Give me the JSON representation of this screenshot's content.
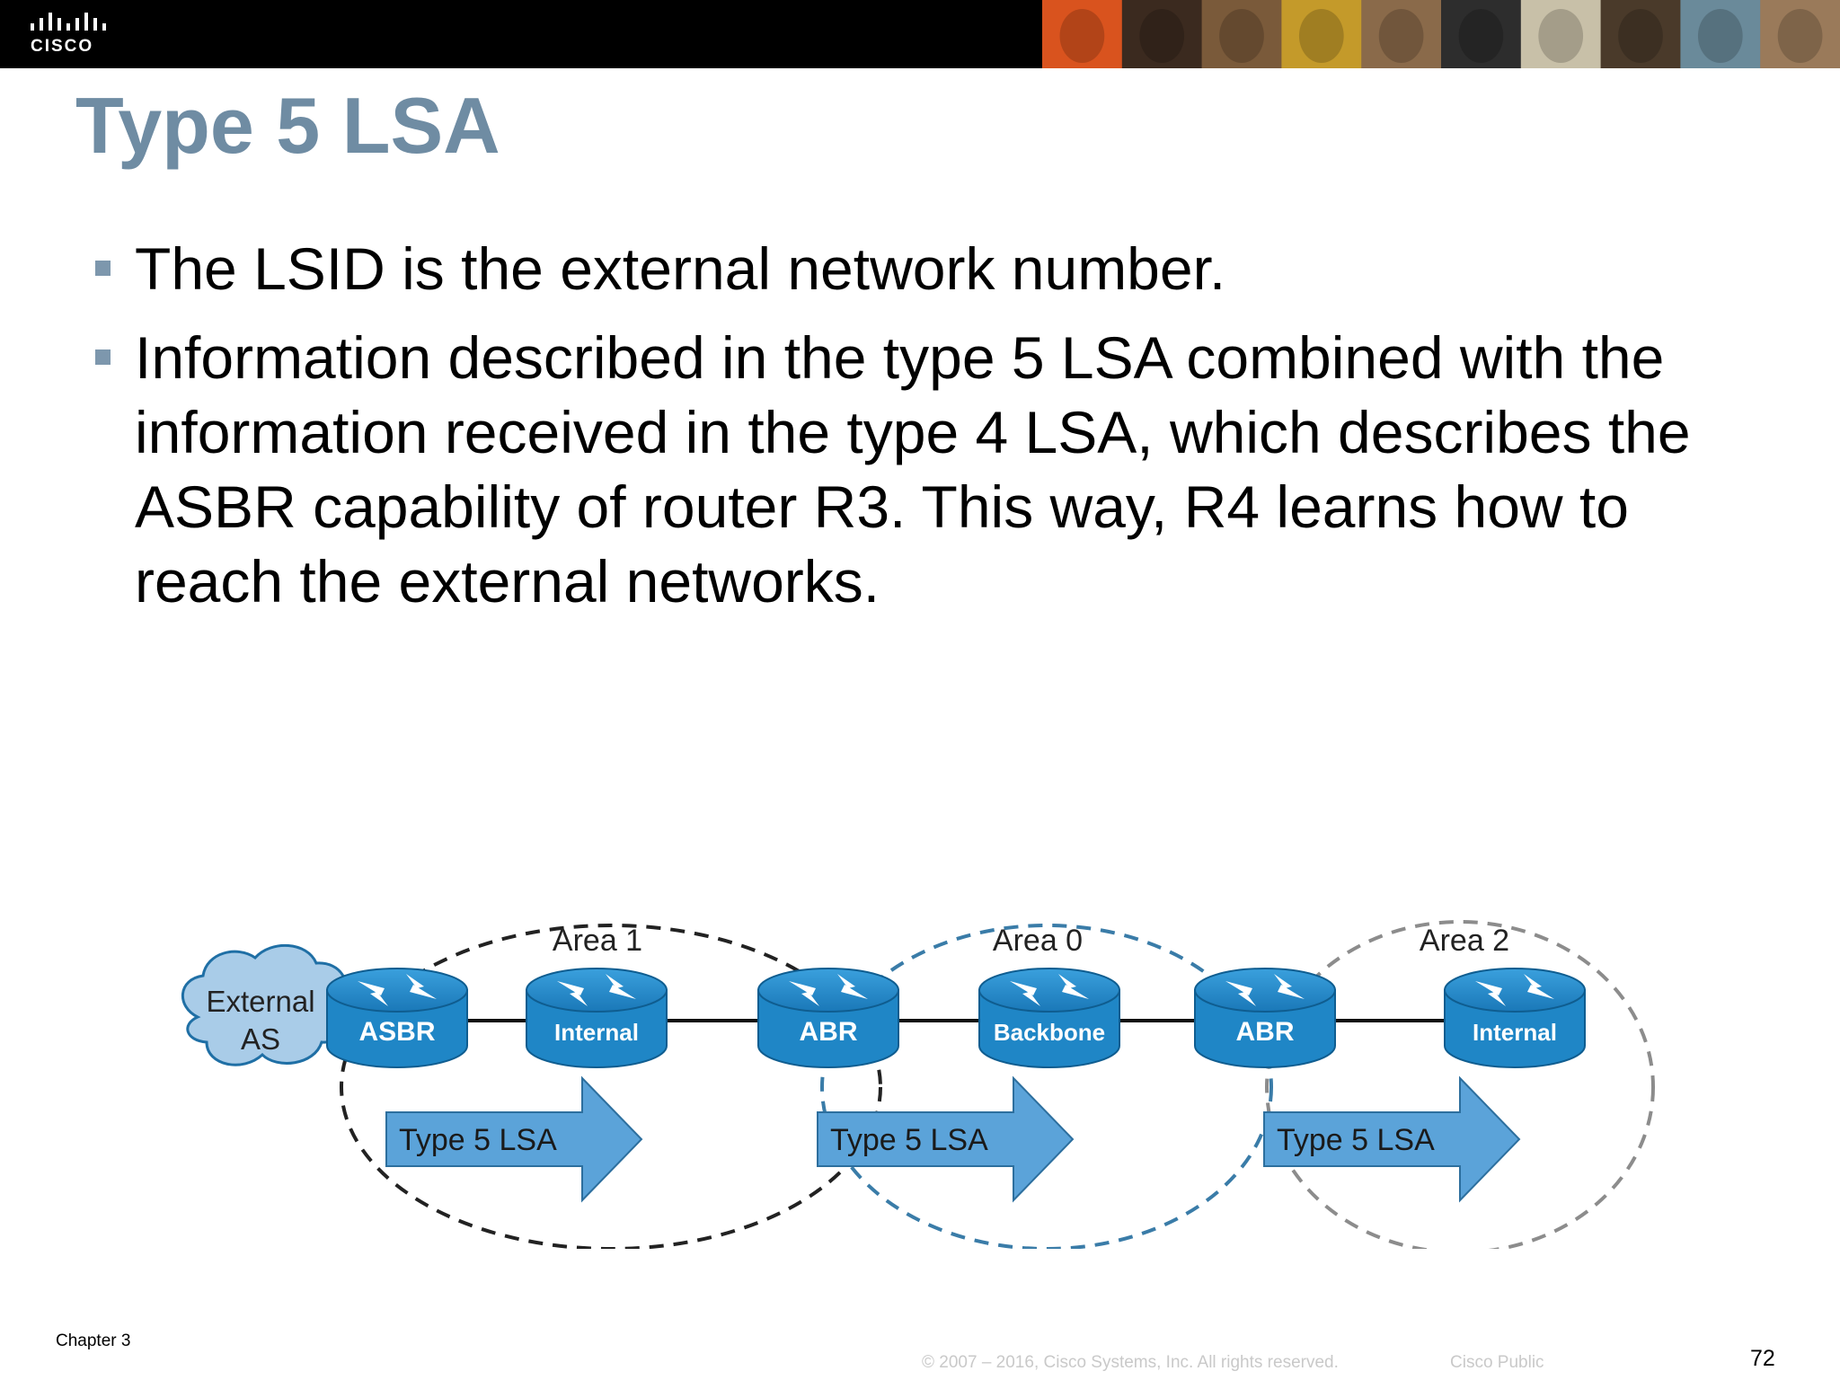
{
  "header": {
    "logo_text": "CISCO",
    "photo_colors": [
      "#d9531e",
      "#3b2a1f",
      "#7a5a3a",
      "#c49a2a",
      "#8a6a4a",
      "#2d2d2d",
      "#c8c0a8",
      "#4a3a2a",
      "#6a8a9a",
      "#9a7a5a"
    ]
  },
  "slide": {
    "title": "Type 5 LSA",
    "bullets": [
      "The LSID is the external network number.",
      "Information described in the type 5 LSA combined with the information received in the type 4 LSA, which describes the ASBR capability of router R3. This way, R4 learns how to reach the external networks."
    ]
  },
  "diagram": {
    "cloud_line1": "External",
    "cloud_line2": "AS",
    "areas": [
      "Area 1",
      "Area 0",
      "Area 2"
    ],
    "routers": [
      "ASBR",
      "Internal",
      "ABR",
      "Backbone",
      "ABR",
      "Internal"
    ],
    "arrows": [
      "Type 5 LSA",
      "Type 5 LSA",
      "Type 5 LSA"
    ],
    "colors": {
      "router_blue": "#1f86c6",
      "arrow_blue": "#5ba3d9",
      "cloud_blue": "#a9cce8",
      "area1_border": "#222222",
      "area0_border": "#3a7ca8",
      "area2_border": "#8c8c8c"
    }
  },
  "footer": {
    "chapter": "Chapter 3",
    "copyright": "© 2007 – 2016, Cisco Systems, Inc. All rights reserved.",
    "classification": "Cisco Public",
    "page_number": "72"
  }
}
